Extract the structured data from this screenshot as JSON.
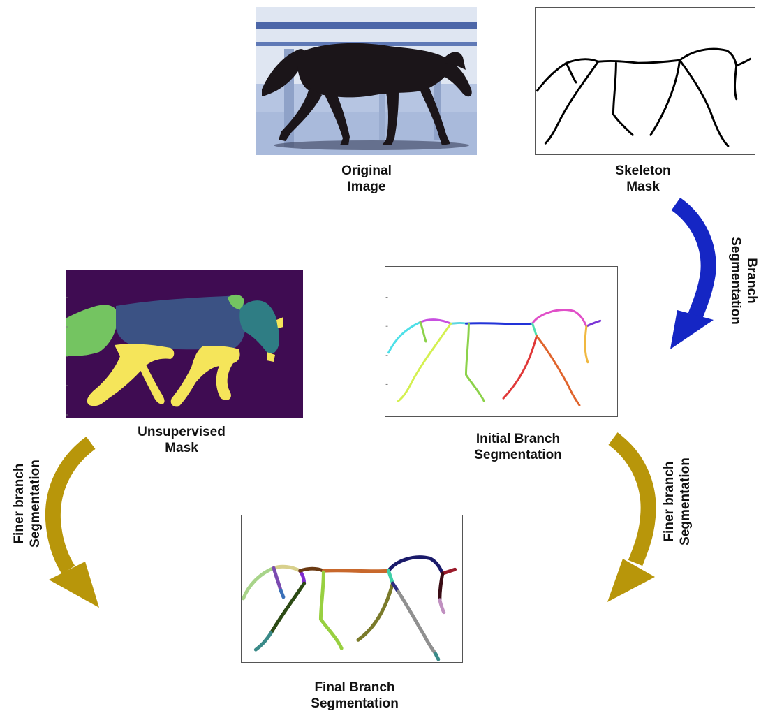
{
  "panels": {
    "original": {
      "caption_line1": "Original",
      "caption_line2": "Image"
    },
    "skeleton": {
      "caption_line1": "Skeleton",
      "caption_line2": "Mask"
    },
    "unsupervised": {
      "caption_line1": "Unsupervised",
      "caption_line2": "Mask"
    },
    "initial": {
      "caption_line1": "Initial Branch",
      "caption_line2": "Segmentation"
    },
    "final": {
      "caption_line1": "Final Branch",
      "caption_line2": "Segmentation"
    }
  },
  "arrows": {
    "branch_seg": {
      "line1": "Branch",
      "line2": "Segmentation",
      "color": "#1526c4"
    },
    "finer_left": {
      "line1": "Finer branch",
      "line2": "Segmentation",
      "color": "#b8960a"
    },
    "finer_right": {
      "line1": "Finer branch",
      "line2": "Segmentation",
      "color": "#b8960a"
    }
  },
  "colors": {
    "mask_background": "#3f0c52",
    "mask_tail": "#74c461",
    "mask_body": "#3b5284",
    "mask_head": "#2f7d84",
    "mask_legs": "#f5e55a",
    "photo_sky": "#e6ecf5",
    "photo_ground": "#b9c8e4",
    "horse": "#1a1418"
  }
}
